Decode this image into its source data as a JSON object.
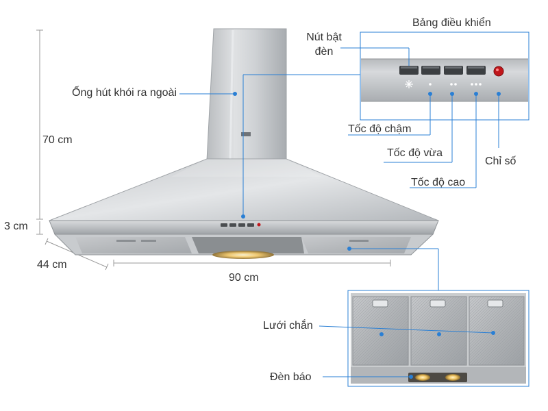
{
  "dimensions": {
    "height": "70 cm",
    "rim_height": "3 cm",
    "depth": "44 cm",
    "width": "90 cm"
  },
  "labels": {
    "chimney": "Ống hút khói ra ngoài",
    "control_panel": "Bảng điều khiển",
    "light_button_line1": "Nút bật",
    "light_button_line2": "đèn",
    "speed_low": "Tốc độ chậm",
    "speed_medium": "Tốc độ vừa",
    "speed_high": "Tốc độ cao",
    "indicator": "Chỉ số",
    "filter": "Lưới chắn",
    "lamp": "Đèn báo"
  },
  "colors": {
    "callout_blue": "#2a7fd4",
    "text": "#333333",
    "dimension_line": "#9a9a9a",
    "indicator_red": "#c0161b"
  }
}
